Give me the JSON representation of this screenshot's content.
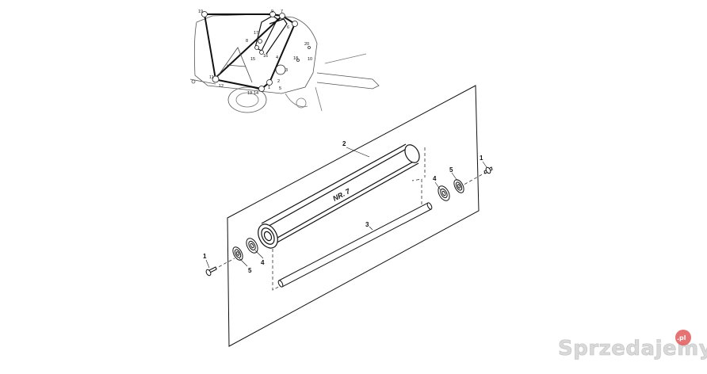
{
  "diagram": {
    "overview_callouts": [
      "19",
      "9",
      "7",
      "17",
      "8",
      "6",
      "15",
      "16",
      "20",
      "18",
      "10",
      "4",
      "3",
      "2",
      "11",
      "12",
      "13",
      "14",
      "1",
      "5"
    ],
    "part_labels": {
      "roller": "2",
      "shaft": "3",
      "bearing_left": "4",
      "bearing_right": "4",
      "flange_left": "5",
      "flange_right": "5",
      "bolt_left": "1",
      "bolt_right": "1"
    },
    "roller_marking": "NR. 7"
  },
  "watermark": {
    "brand": "Sprzedajemy",
    "badge": ".pl"
  }
}
